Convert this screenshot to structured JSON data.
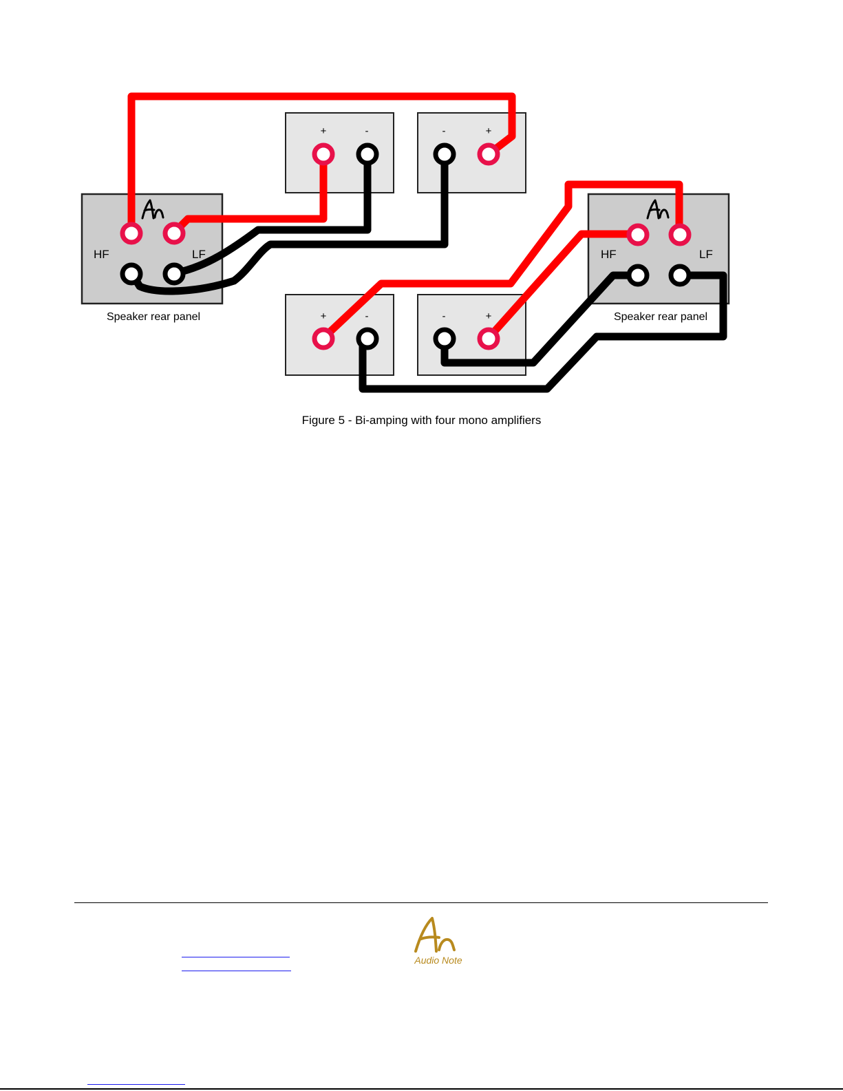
{
  "figure": {
    "caption": "Figure 5 - Bi-amping with four mono amplifiers",
    "speaker_left": {
      "label": "Speaker rear panel",
      "hf_label": "HF",
      "lf_label": "LF"
    },
    "speaker_right": {
      "label": "Speaker rear panel",
      "hf_label": "HF",
      "lf_label": "LF"
    },
    "amp_top_left": {
      "left_terminal": "+",
      "right_terminal": "-"
    },
    "amp_top_right": {
      "left_terminal": "-",
      "right_terminal": "+"
    },
    "amp_bottom_left": {
      "left_terminal": "+",
      "right_terminal": "-"
    },
    "amp_bottom_right": {
      "left_terminal": "-",
      "right_terminal": "+"
    },
    "colors": {
      "positive_wire": "#ff0000",
      "negative_wire": "#000000",
      "positive_terminal_ring": "#e8114a",
      "panel_fill": "#e6e6e6",
      "speaker_fill": "#cccccc"
    }
  },
  "footer": {
    "logo_icon": "audio-note-logo-icon",
    "logo_text": "Audio Note"
  }
}
